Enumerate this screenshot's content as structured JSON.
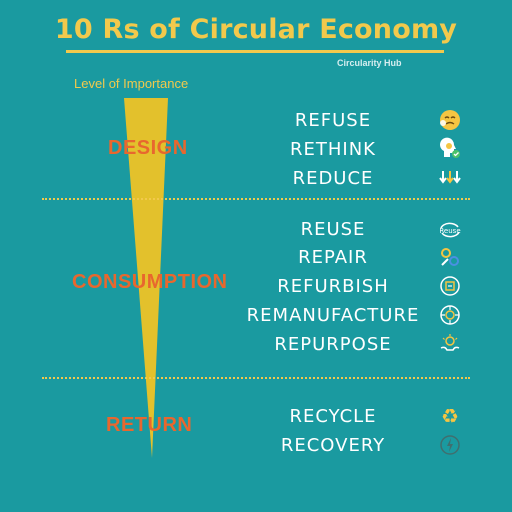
{
  "header": {
    "title": "10 Rs of Circular Economy",
    "source": "Circularity Hub",
    "axis_label": "Level of Importance"
  },
  "stages": [
    {
      "name": "DESIGN",
      "items": [
        {
          "label": "REFUSE",
          "icon": "refuse-face-icon"
        },
        {
          "label": "RETHINK",
          "icon": "rethink-head-icon"
        },
        {
          "label": "REDUCE",
          "icon": "reduce-arrows-icon"
        }
      ]
    },
    {
      "name": "CONSUMPTION",
      "items": [
        {
          "label": "REUSE",
          "icon": "reuse-icon"
        },
        {
          "label": "REPAIR",
          "icon": "repair-gears-icon"
        },
        {
          "label": "REFURBISH",
          "icon": "refurbish-icon"
        },
        {
          "label": "REMANUFACTURE",
          "icon": "remanufacture-icon"
        },
        {
          "label": "REPURPOSE",
          "icon": "repurpose-hands-icon"
        }
      ]
    },
    {
      "name": "RETURN",
      "items": [
        {
          "label": "RECYCLE",
          "icon": "recycle-icon"
        },
        {
          "label": "RECOVERY",
          "icon": "recovery-energy-icon"
        }
      ]
    }
  ],
  "colors": {
    "background": "#1a9aa0",
    "accent": "#f2c94c",
    "stage": "#e8672e",
    "text": "#ffffff"
  }
}
